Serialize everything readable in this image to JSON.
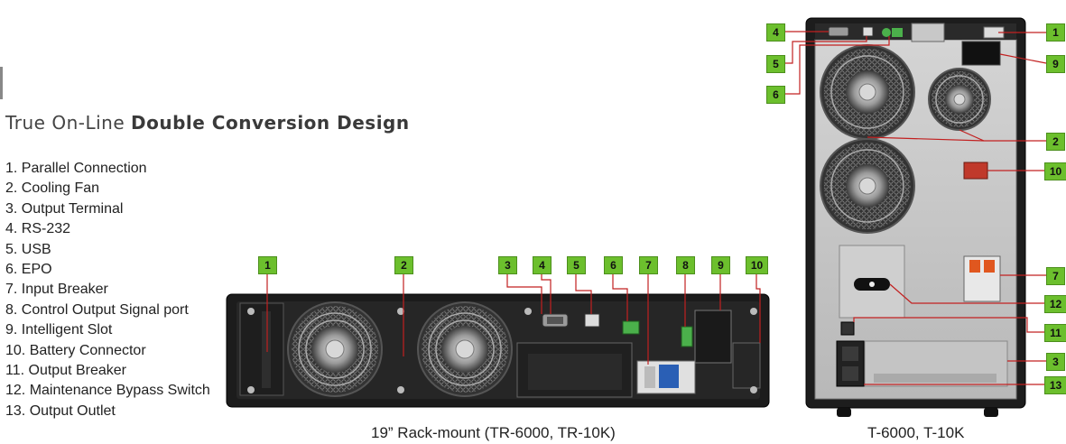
{
  "heading": {
    "light": "True On-Line ",
    "bold": "Double Conversion Design"
  },
  "legend": [
    "1. Parallel Connection",
    "2. Cooling Fan",
    "3. Output Terminal",
    "4. RS-232",
    "5. USB",
    "6. EPO",
    "7. Input Breaker",
    "8. Control Output Signal port",
    "9. Intelligent Slot",
    "10. Battery Connector",
    "11. Output Breaker",
    "12. Maintenance Bypass Switch",
    "13. Output Outlet"
  ],
  "rack_caption": "19” Rack-mount  (TR-6000, TR-10K)",
  "tower_caption": "T-6000, T-10K",
  "rack_badges": [
    "1",
    "2",
    "3",
    "4",
    "5",
    "6",
    "7",
    "8",
    "9",
    "10"
  ],
  "tower_badges": [
    "4",
    "5",
    "6",
    "1",
    "9",
    "2",
    "10",
    "7",
    "12",
    "11",
    "3",
    "13"
  ],
  "colors": {
    "badge": "#6cbf2d",
    "chassis": "#1a1a1a",
    "panel": "#c9c9c9"
  }
}
